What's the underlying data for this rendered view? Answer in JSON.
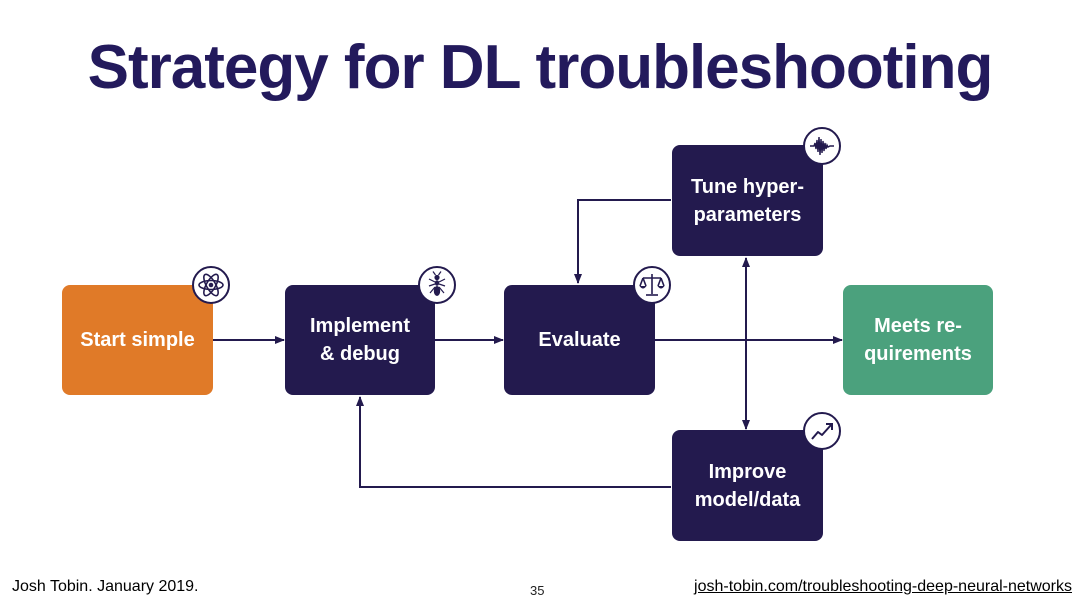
{
  "title": "Strategy for DL troubleshooting",
  "nodes": {
    "start": "Start simple",
    "implement": "Implement\n& debug",
    "evaluate": "Evaluate",
    "tune": "Tune hyper-\nparameters",
    "improve": "Improve\nmodel/data",
    "meets": "Meets re-\nquirements"
  },
  "icons": {
    "start": "atom-icon",
    "implement": "ant-bug-icon",
    "evaluate": "scales-icon",
    "tune": "waveform-icon",
    "improve": "trend-chart-icon"
  },
  "colors": {
    "title": "#231a5c",
    "dark_box": "#231a4e",
    "start_box": "#e07a28",
    "end_box": "#4ba17d"
  },
  "footer": {
    "author": "Josh Tobin. January 2019.",
    "page": "35",
    "link": "josh-tobin.com/troubleshooting-deep-neural-networks"
  }
}
